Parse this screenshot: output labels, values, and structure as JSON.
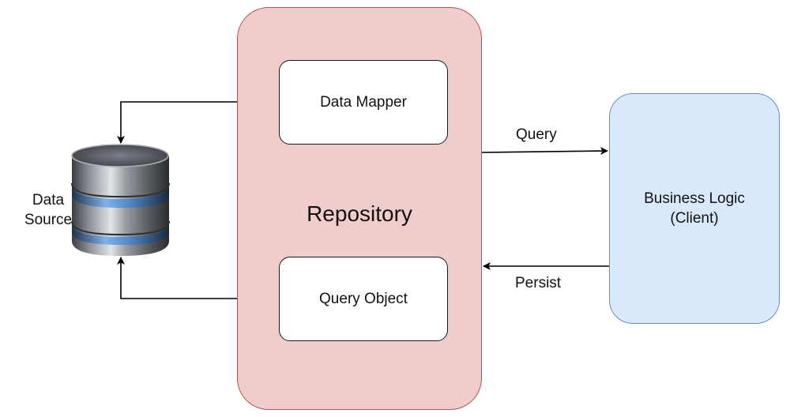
{
  "diagram": {
    "repository": {
      "title": "Repository"
    },
    "data_mapper": {
      "label": "Data Mapper"
    },
    "query_object": {
      "label": "Query Object"
    },
    "business_logic": {
      "line1": "Business Logic",
      "line2": "(Client)"
    },
    "data_source": {
      "line1": "Data",
      "line2": "Source",
      "icon": "database-icon"
    },
    "edges": {
      "query": "Query",
      "persist": "Persist"
    }
  },
  "colors": {
    "repository_fill": "#f0cccc",
    "repository_stroke": "#b85450",
    "client_fill": "#dae8fc",
    "client_stroke": "#6c8ebf",
    "inner_fill": "#ffffff",
    "arrow": "#000000"
  }
}
